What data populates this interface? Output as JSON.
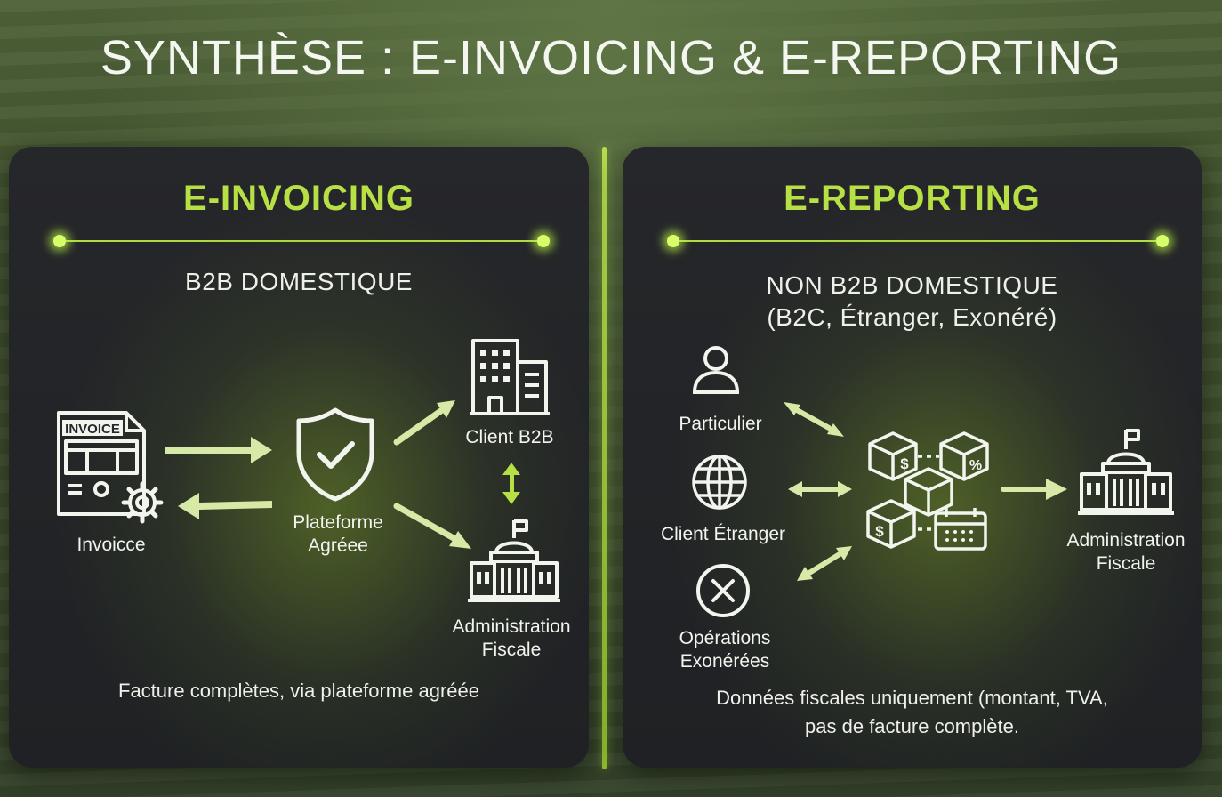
{
  "title": "SYNTHÈSE : E-INVOICING & E-REPORTING",
  "einvoicing": {
    "heading": "E-INVOICING",
    "subtitle": "B2B DOMESTIQUE",
    "invoice_badge": "INVOICE",
    "invoice_label": "Invoicce",
    "platform_label_1": "Plateforme",
    "platform_label_2": "Agréee",
    "client_label": "Client B2B",
    "admin_label_1": "Administration",
    "admin_label_2": "Fiscale",
    "footer": "Facture complètes, via plateforme agréée"
  },
  "ereporting": {
    "heading": "E-REPORTING",
    "subtitle_1": "NON B2B DOMESTIQUE",
    "subtitle_2": "(B2C, Étranger, Exonéré)",
    "particulier_label": "Particulier",
    "etranger_label": "Client Étranger",
    "exonere_label_1": "Opérations",
    "exonere_label_2": "Exonérées",
    "admin_label_1": "Administration",
    "admin_label_2": "Fiscale",
    "footer_1": "Données fiscales uniquement (montant, TVA,",
    "footer_2": "pas de facture complète."
  },
  "colors": {
    "accent": "#b7e044",
    "arrow": "#d8ecaa",
    "panel": "#232427",
    "text": "#f1f3ea"
  }
}
